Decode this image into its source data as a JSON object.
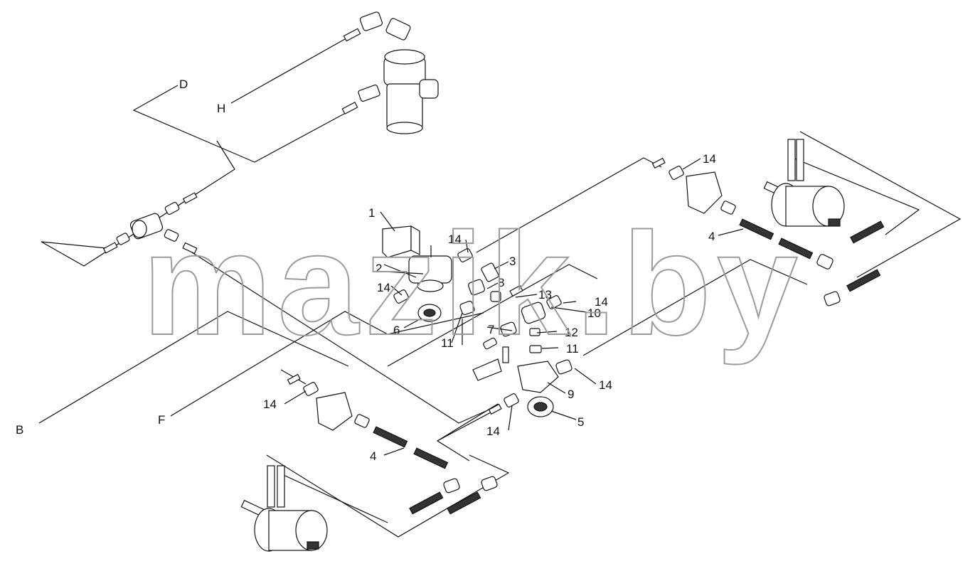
{
  "watermark": "mazik.by",
  "letters": {
    "b": "B",
    "d": "D",
    "f": "F",
    "h": "H"
  },
  "callouts": {
    "c1": "1",
    "c2": "2",
    "c3": "3",
    "c4a": "4",
    "c4b": "4",
    "c5": "5",
    "c6": "6",
    "c7": "7",
    "c8": "8",
    "c9": "9",
    "c10": "10",
    "c11a": "11",
    "c11b": "11",
    "c12": "12",
    "c13": "13",
    "c14a": "14",
    "c14b": "14",
    "c14c": "14",
    "c14d": "14",
    "c14e": "14",
    "c14f": "14",
    "c14g": "14"
  }
}
